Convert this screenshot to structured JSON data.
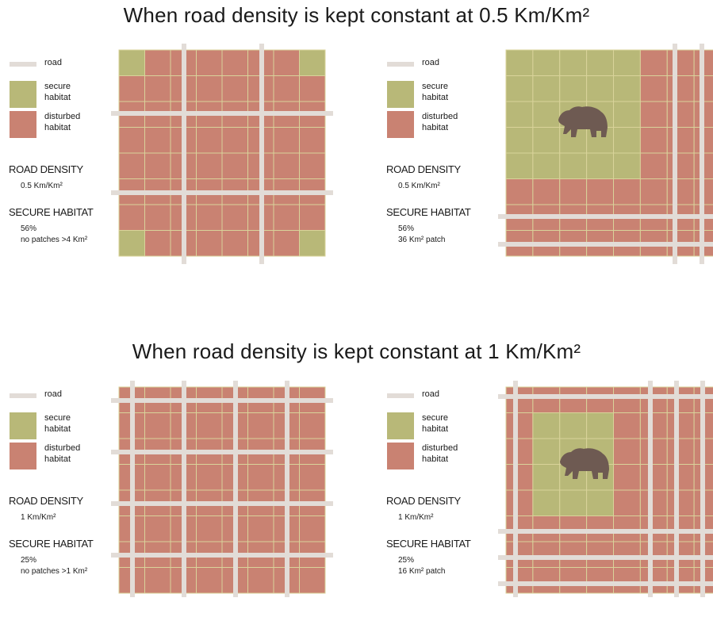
{
  "sections": [
    {
      "title": "When road density is kept constant at 0.5 Km/Km²",
      "panels": [
        {
          "legend": {
            "road": "road",
            "secure": "secure habitat",
            "disturbed": "disturbed habitat"
          },
          "road_density_label": "ROAD DENSITY",
          "road_density_value": "0.5 Km/Km²",
          "secure_habitat_label": "SECURE HABITAT",
          "secure_habitat_pct": "56%",
          "secure_habitat_note": "no patches >4 Km²",
          "has_bear": false
        },
        {
          "legend": {
            "road": "road",
            "secure": "secure habitat",
            "disturbed": "disturbed habitat"
          },
          "road_density_label": "ROAD DENSITY",
          "road_density_value": "0.5 Km/Km²",
          "secure_habitat_label": "SECURE HABITAT",
          "secure_habitat_pct": "56%",
          "secure_habitat_note": "36 Km² patch",
          "has_bear": true
        }
      ]
    },
    {
      "title": "When road density is kept constant at 1 Km/Km²",
      "panels": [
        {
          "legend": {
            "road": "road",
            "secure": "secure habitat",
            "disturbed": "disturbed habitat"
          },
          "road_density_label": "ROAD DENSITY",
          "road_density_value": "1 Km/Km²",
          "secure_habitat_label": "SECURE HABITAT",
          "secure_habitat_pct": "25%",
          "secure_habitat_note": "no patches >1 Km²",
          "has_bear": false
        },
        {
          "legend": {
            "road": "road",
            "secure": "secure habitat",
            "disturbed": "disturbed habitat"
          },
          "road_density_label": "ROAD DENSITY",
          "road_density_value": "1 Km/Km²",
          "secure_habitat_label": "SECURE HABITAT",
          "secure_habitat_pct": "25%",
          "secure_habitat_note": "16 Km² patch",
          "has_bear": true
        }
      ]
    }
  ],
  "colors": {
    "secure": "#b8b878",
    "disturbed": "#c98272",
    "road": "#e2dcd7",
    "cell_line": "#d9d39a",
    "bear": "#6e5a52"
  }
}
